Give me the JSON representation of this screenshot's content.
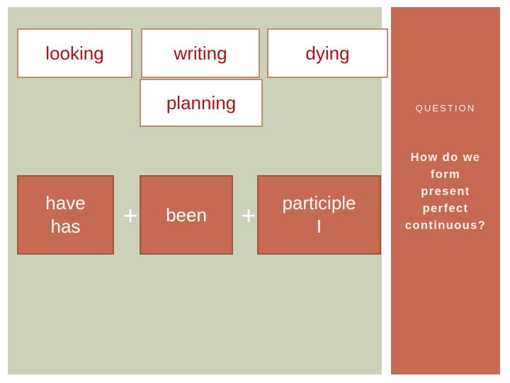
{
  "slide": {
    "colors": {
      "page_background": "#FFFFFF",
      "left_panel": "#CCD2BA",
      "right_panel": "#C66A52",
      "outline_box_border": "#C08C72",
      "outline_box_fill": "#FFFFFF",
      "outline_box_text": "#B01116",
      "filled_box_fill": "#C66A52",
      "filled_box_border": "#A2543D",
      "filled_box_text": "#FFFFFF",
      "panel_text": "#F4F1EA"
    }
  },
  "left_panel": {
    "examples_row": [
      {
        "label": "looking"
      },
      {
        "label": "writing"
      },
      {
        "label": "dying"
      }
    ],
    "examples_row_second": [
      {
        "label": "planning"
      }
    ],
    "formula": {
      "parts": [
        {
          "label_lines": [
            "have",
            "has"
          ]
        },
        {
          "label_lines": [
            "been"
          ]
        },
        {
          "label_lines": [
            "participle",
            "I"
          ]
        }
      ],
      "operators": [
        "+",
        "+"
      ]
    }
  },
  "right_panel": {
    "section_label": "QUESTION",
    "question_lines": [
      "How do we",
      "form",
      "present",
      "perfect",
      "continuous?"
    ],
    "question_text": "How do we form present perfect continuous?"
  }
}
